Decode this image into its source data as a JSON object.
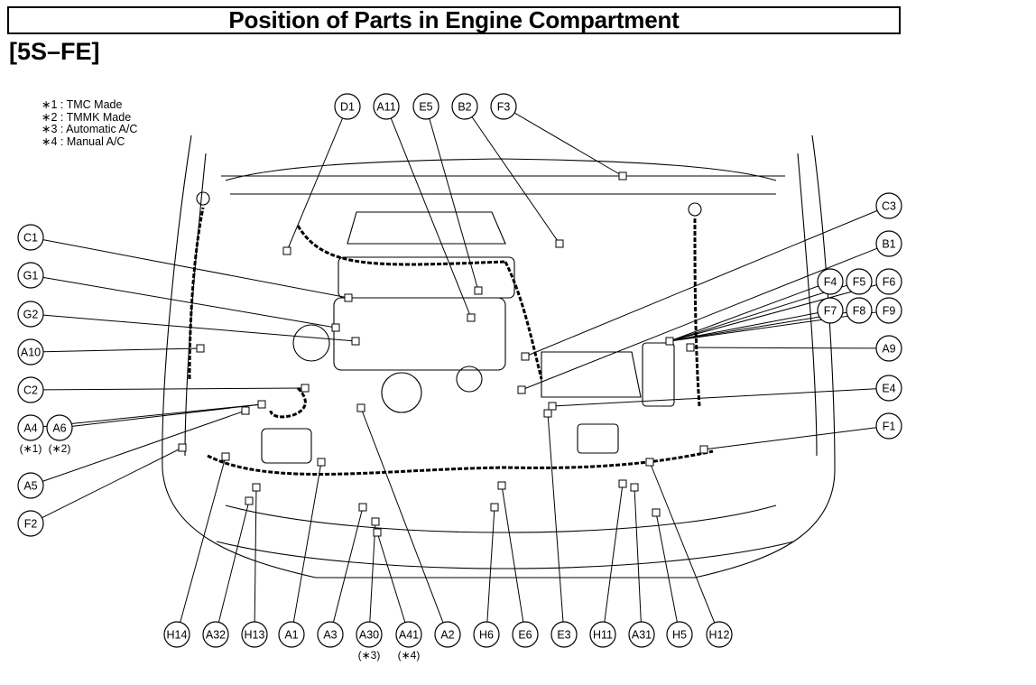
{
  "header": {
    "title": "Position of Parts in Engine Compartment",
    "subtitle": "[5S–FE]"
  },
  "notes": [
    "∗1 : TMC Made",
    "∗2 : TMMK Made",
    "∗3 : Automatic A/C",
    "∗4 : Manual A/C"
  ],
  "callouts": [
    "D1",
    "A11",
    "E5",
    "B2",
    "F3",
    "C3",
    "B1",
    "F4",
    "F5",
    "F6",
    "F7",
    "F8",
    "F9",
    "A9",
    "E4",
    "F1",
    "C1",
    "G1",
    "G2",
    "A10",
    "C2",
    "A4",
    "A6",
    "A5",
    "F2",
    "H14",
    "A32",
    "H13",
    "A1",
    "A3",
    "A30",
    "A41",
    "A2",
    "H6",
    "E6",
    "E3",
    "H11",
    "A31",
    "H5",
    "H12"
  ],
  "sub_notes": {
    "A4": "(∗1)",
    "A6": "(∗2)",
    "A30": "(∗3)",
    "A41": "(∗4)"
  }
}
